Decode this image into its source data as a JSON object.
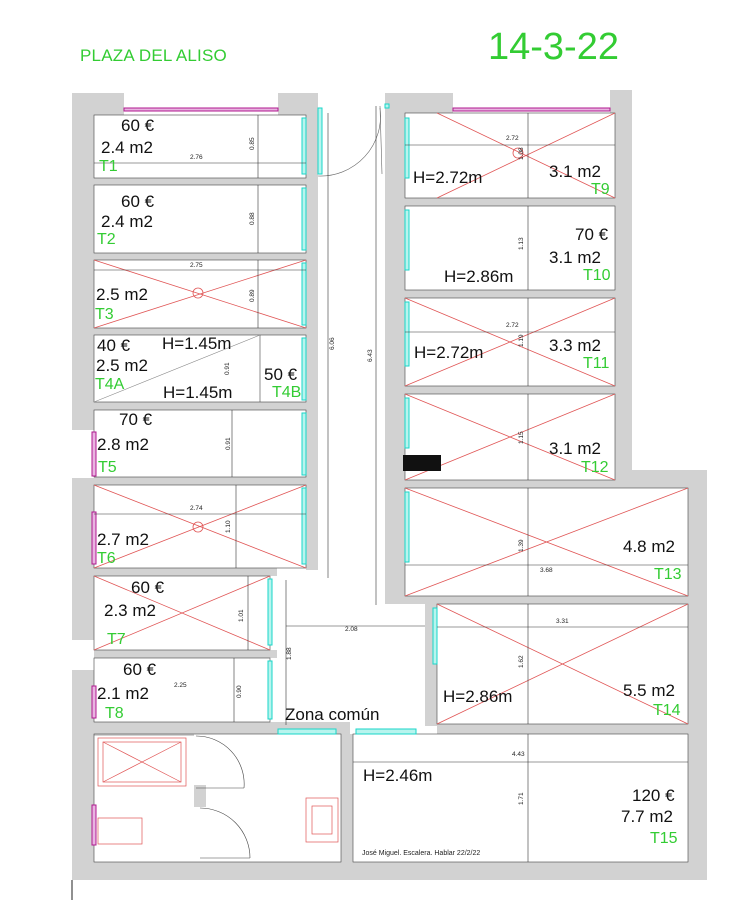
{
  "header": {
    "building": "PLAZA DEL ALISO",
    "date": "14-3-22"
  },
  "rooms": [
    {
      "id": "T1",
      "price": "60 €",
      "area": "2.4 m2",
      "width": "2.76",
      "depth": "0.85",
      "unavailable": false
    },
    {
      "id": "T2",
      "price": "60 €",
      "area": "2.4 m2",
      "depth": "0.88",
      "unavailable": false
    },
    {
      "id": "T3",
      "area": "2.5 m2",
      "width": "2.75",
      "depth": "0.89",
      "unavailable": true
    },
    {
      "id": "T4A",
      "price": "40 €",
      "area": "2.5 m2",
      "height_top": "H=1.45m",
      "height_bottom": "H=1.45m",
      "depth": "0.91",
      "unavailable": false
    },
    {
      "id": "T4B",
      "price": "50 €",
      "unavailable": false
    },
    {
      "id": "T5",
      "price": "70 €",
      "area": "2.8 m2",
      "depth": "0.91",
      "unavailable": false
    },
    {
      "id": "T6",
      "area": "2.7 m2",
      "width": "2.74",
      "depth": "1.10",
      "unavailable": true
    },
    {
      "id": "T7",
      "price": "60 €",
      "area": "2.3 m2",
      "depth": "1.01",
      "unavailable": true
    },
    {
      "id": "T8",
      "price": "60 €",
      "area": "2.1 m2",
      "width": "2.25",
      "depth": "0.90",
      "unavailable": false
    },
    {
      "id": "T9",
      "area": "3.1 m2",
      "height": "H=2.72m",
      "width": "2.72",
      "depth": "1.08",
      "unavailable": true
    },
    {
      "id": "T10",
      "price": "70 €",
      "area": "3.1 m2",
      "height": "H=2.86m",
      "depth": "1.13",
      "unavailable": false
    },
    {
      "id": "T11",
      "area": "3.3 m2",
      "height": "H=2.72m",
      "width": "2.72",
      "depth": "1.19",
      "unavailable": true
    },
    {
      "id": "T12",
      "area": "3.1 m2",
      "depth": "1.15",
      "unavailable": true
    },
    {
      "id": "T13",
      "area": "4.8 m2",
      "width": "3.68",
      "depth": "1.39",
      "unavailable": true
    },
    {
      "id": "T14",
      "area": "5.5 m2",
      "height": "H=2.86m",
      "width": "3.31",
      "depth": "1.62",
      "unavailable": true
    },
    {
      "id": "T15",
      "price": "120 €",
      "area": "7.7 m2",
      "height": "H=2.46m",
      "width": "4.43",
      "depth": "1.71",
      "unavailable": false
    }
  ],
  "corridor": {
    "label": "Zona común",
    "left_length": "6.06",
    "right_length": "6.43",
    "common_width": "2.08",
    "common_depth": "1.88"
  },
  "footnote": "José Miguel. Escalera. Hablar 22/2/22",
  "colors": {
    "title": "#33cc33",
    "room_id": "#33cc33",
    "cross": "#e05555",
    "window": "#19d6c8",
    "door": "#b0198f",
    "wall": "#d2d2d2"
  }
}
